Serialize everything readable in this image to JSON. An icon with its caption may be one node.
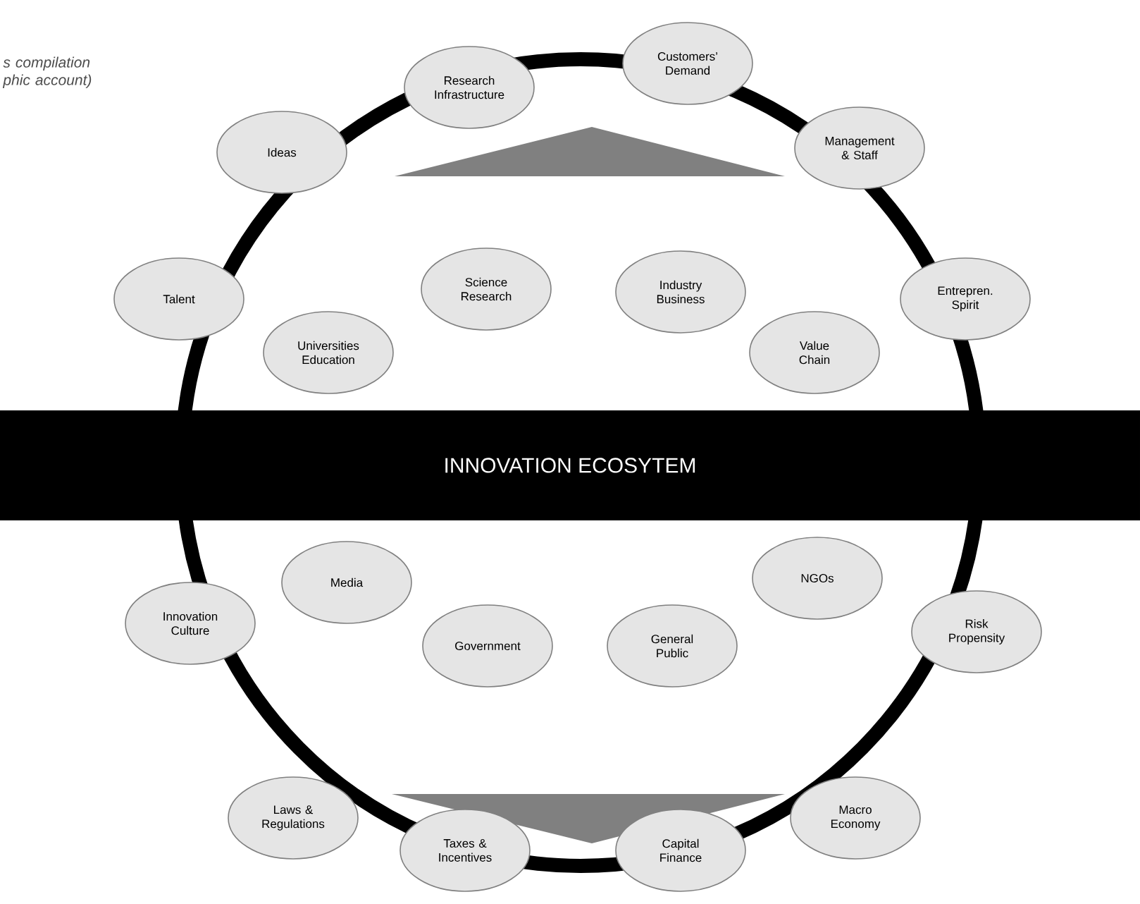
{
  "diagram": {
    "nodes": [
      {
        "text": [
          "Research Infrastructure"
        ]
      },
      {
        "text": [
          "Customers’ Demand"
        ]
      },
      {
        "text": [
          "Management & Staff"
        ]
      },
      {
        "text": [
          "Ideas"
        ]
      },
      {
        "text": [
          "Talent"
        ]
      },
      {
        "text": [
          "Entrepren. Spirit"
        ]
      },
      {
        "text": [
          "Science Research"
        ]
      },
      {
        "text": [
          "Industry Business"
        ]
      },
      {
        "text": [
          "Universities Education"
        ]
      },
      {
        "text": [
          "Value Chain"
        ]
      },
      {
        "text": [
          "INNOVATION ECOSYTEM"
        ]
      },
      {
        "text": [
          "Media"
        ]
      },
      {
        "text": [
          "NGOs"
        ]
      },
      {
        "text": [
          "Innovation Culture"
        ]
      },
      {
        "text": [
          "Government"
        ]
      },
      {
        "text": [
          "General Public"
        ]
      },
      {
        "text": [
          "Risk Propensity"
        ]
      },
      {
        "text": [
          "Laws & Regulations"
        ]
      },
      {
        "text": [
          "Macro Economy"
        ]
      },
      {
        "text": [
          "Taxes & Incentives"
        ]
      },
      {
        "text": [
          "Capital Finance"
        ]
      },
      {
        "text": [],
        "shape": "triangle"
      },
      {
        "text": [],
        "shape": "triangle"
      }
    ],
    "labels": [
      "*s compilation phic account*)"
    ]
  }
}
